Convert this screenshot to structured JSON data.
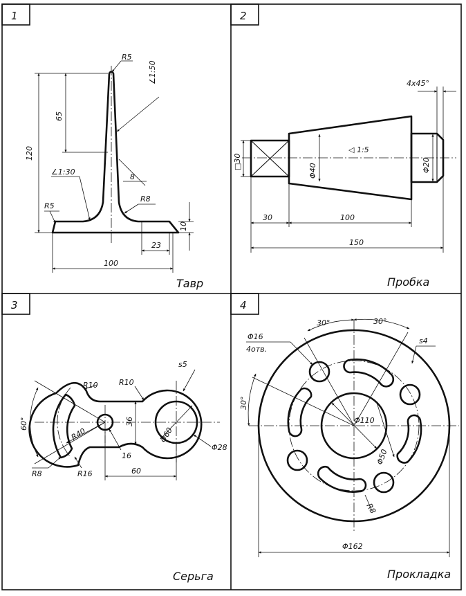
{
  "panels": [
    {
      "number": "1",
      "title": "Тавр",
      "dimensions": [
        "R5",
        "∠1:50",
        "65",
        "120",
        "∠1:30",
        "8",
        "R5",
        "R8",
        "10",
        "23",
        "100"
      ]
    },
    {
      "number": "2",
      "title": "Пробка",
      "dimensions": [
        "4x45°",
        "□30",
        "Φ40",
        "◁ 1:5",
        "Φ20",
        "30",
        "100",
        "150"
      ]
    },
    {
      "number": "3",
      "title": "Серьга",
      "dimensions": [
        "R10",
        "R10",
        "s5",
        "60°",
        "R40",
        "36",
        "Φ60",
        "Φ28",
        "R8",
        "R16",
        "16",
        "60"
      ]
    },
    {
      "number": "4",
      "title": "Прокладка",
      "dimensions": [
        "30°",
        "30°",
        "Φ16",
        "4отв.",
        "s4",
        "30°",
        "Φ110",
        "Φ50",
        "R8",
        "Φ162"
      ]
    }
  ]
}
